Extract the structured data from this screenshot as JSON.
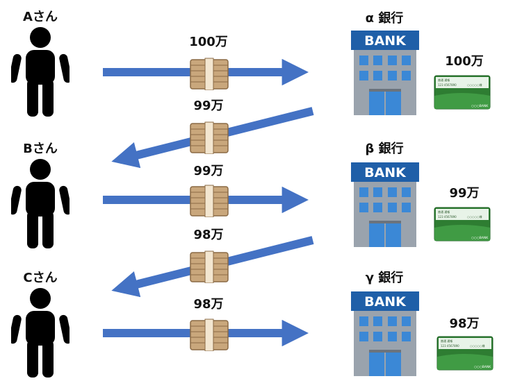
{
  "people": [
    {
      "label": "Aさん"
    },
    {
      "label": "Bさん"
    },
    {
      "label": "Cさん"
    }
  ],
  "banks": [
    {
      "name": "α 銀行",
      "sign": "BANK",
      "card_amount": "100万",
      "card_title": "普通 通帳",
      "card_number": "123 4567890",
      "card_dots": "○○○○○様",
      "card_bank": "○○○BANK"
    },
    {
      "name": "β 銀行",
      "sign": "BANK",
      "card_amount": "99万",
      "card_title": "普通 通帳",
      "card_number": "123 4567890",
      "card_dots": "○○○○○様",
      "card_bank": "○○○BANK"
    },
    {
      "name": "γ 銀行",
      "sign": "BANK",
      "card_amount": "98万",
      "card_title": "普通 通帳",
      "card_number": "123 4567890",
      "card_dots": "○○○○○様",
      "card_bank": "○○○BANK"
    }
  ],
  "transfers": [
    {
      "amount": "100万",
      "direction": "right"
    },
    {
      "amount": "99万",
      "direction": "left"
    },
    {
      "amount": "99万",
      "direction": "right"
    },
    {
      "amount": "98万",
      "direction": "left"
    },
    {
      "amount": "98万",
      "direction": "right"
    }
  ],
  "colors": {
    "arrow": "#4472c4",
    "bank_roof": "#1f5fa8",
    "card": "#2e7d32",
    "money": "#c9a77c"
  }
}
